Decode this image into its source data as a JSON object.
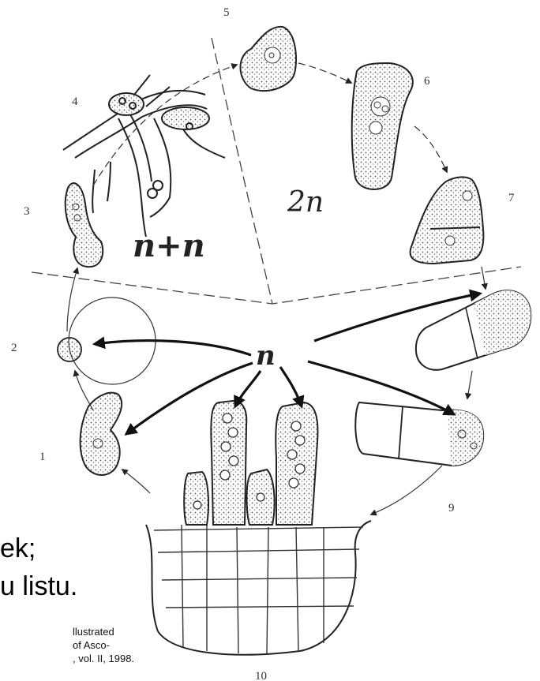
{
  "diagram": {
    "stage_numbers": [
      "1",
      "2",
      "3",
      "4",
      "5",
      "6",
      "7",
      "9",
      "10"
    ],
    "phase_labels": {
      "dikaryotic": "n+n",
      "diploid": "2n",
      "haploid": "n"
    }
  },
  "caption": {
    "line1": "ek;",
    "line2": "u listu."
  },
  "credit": {
    "line1": "llustrated",
    "line2": "of Asco-",
    "line3": ", vol. II, 1998."
  }
}
